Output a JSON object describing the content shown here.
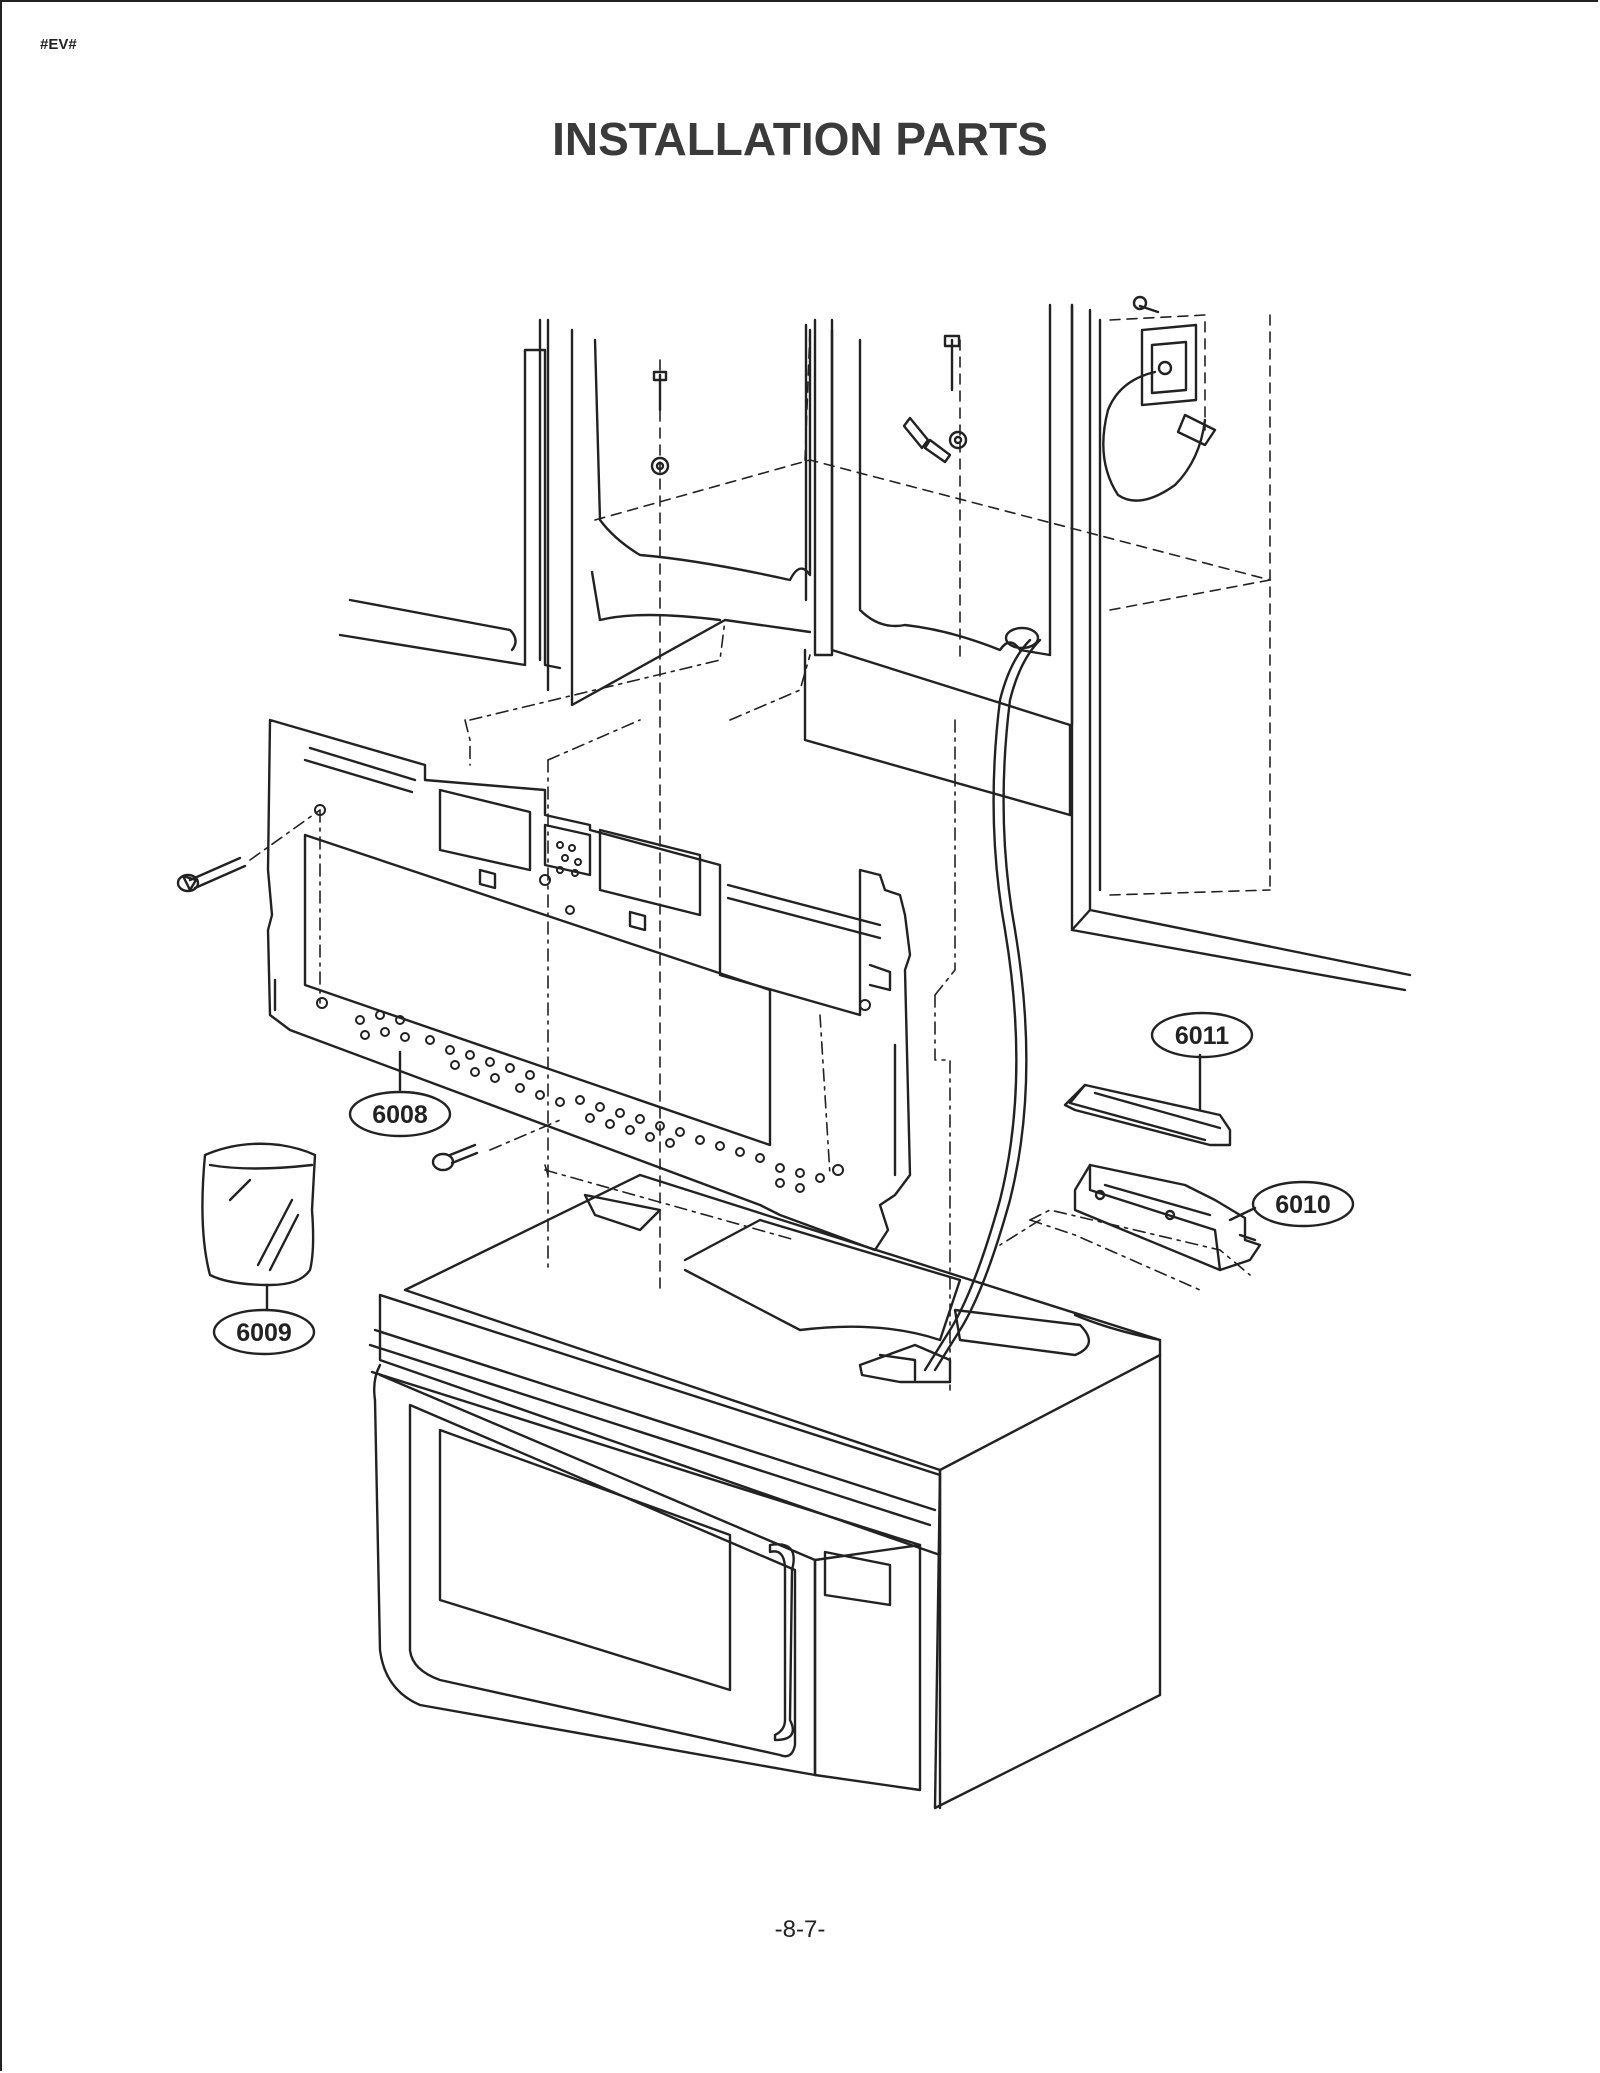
{
  "page": {
    "corner_tag": "#EV#",
    "title": "INSTALLATION PARTS",
    "page_number": "-8-7-"
  },
  "parts": [
    {
      "id": "6008",
      "label": "6008"
    },
    {
      "id": "6009",
      "label": "6009"
    },
    {
      "id": "6010",
      "label": "6010"
    },
    {
      "id": "6011",
      "label": "6011"
    }
  ],
  "colors": {
    "line": "#222222",
    "background": "#ffffff"
  }
}
